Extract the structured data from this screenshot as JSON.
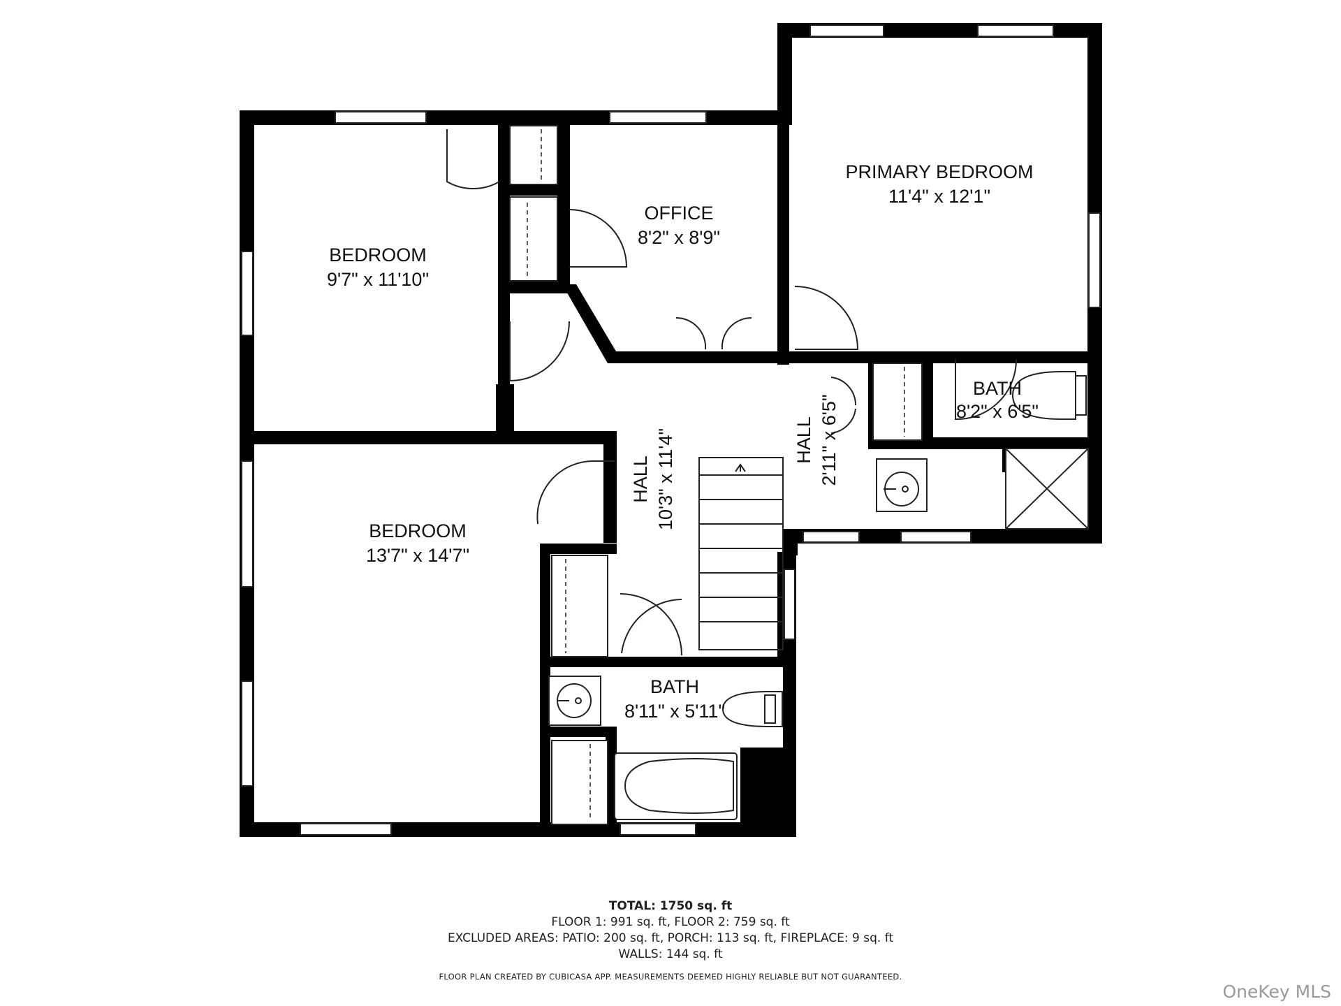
{
  "rooms": {
    "primary_bedroom": {
      "name": "PRIMARY BEDROOM",
      "dims": "11'4\" x 12'1\""
    },
    "office": {
      "name": "OFFICE",
      "dims": "8'2\" x 8'9\""
    },
    "bedroom_upper": {
      "name": "BEDROOM",
      "dims": "9'7\" x 11'10\""
    },
    "bedroom_lower": {
      "name": "BEDROOM",
      "dims": "13'7\" x 14'7\""
    },
    "hall_main": {
      "name": "HALL",
      "dims": "10'3\" x 11'4\""
    },
    "hall_small": {
      "name": "HALL",
      "dims": "2'11\" x 6'5\""
    },
    "bath_primary": {
      "name": "BATH",
      "dims": "8'2\" x 6'5\""
    },
    "bath_hall": {
      "name": "BATH",
      "dims": "8'11\" x 5'11\""
    }
  },
  "footer": {
    "total": "TOTAL: 1750 sq. ft",
    "floors": "FLOOR 1: 991 sq. ft, FLOOR 2: 759 sq. ft",
    "excluded": "EXCLUDED AREAS: PATIO: 200 sq. ft, PORCH: 113 sq. ft, FIREPLACE: 9 sq. ft",
    "walls": "WALLS: 144 sq. ft",
    "disclaimer": "FLOOR PLAN CREATED BY CUBICASA APP. MEASUREMENTS DEEMED HIGHLY RELIABLE BUT NOT GUARANTEED."
  },
  "watermark": "OneKey MLS",
  "colors": {
    "wall": "#000000",
    "fixture_line": "#222222",
    "text": "#111111",
    "watermark": "#9a9a9a"
  }
}
